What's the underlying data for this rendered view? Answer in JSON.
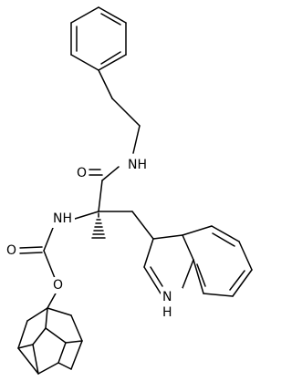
{
  "molecule": {
    "atom_labels": {
      "amide_nh": "NH",
      "amide_o": "O",
      "carbamate_nh": "NH",
      "carbamate_o_carbonyl": "O",
      "carbamate_o_ester": "O",
      "indole_nh": "H​N"
    },
    "colors": {
      "bond": "#000000",
      "label": "#000000",
      "background": "#ffffff"
    }
  }
}
